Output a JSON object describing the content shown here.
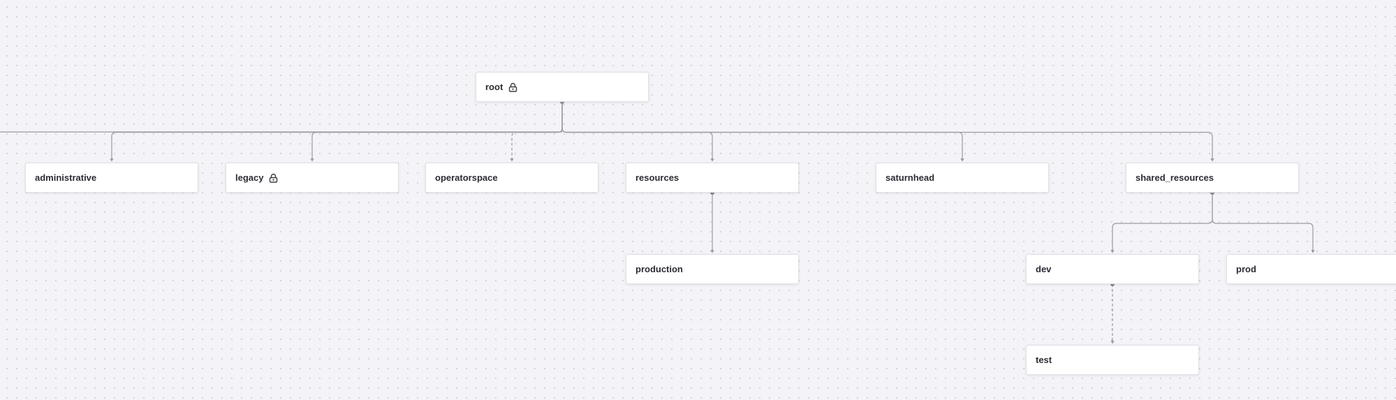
{
  "diagram": {
    "colors": {
      "background": "#f4f3f7",
      "edge": "#9a99a3",
      "node_border": "#e1e0e6",
      "node_text": "#2b2b33"
    },
    "nodes": [
      {
        "id": "root",
        "label": "root",
        "locked": true
      },
      {
        "id": "administrative",
        "label": "administrative",
        "locked": false
      },
      {
        "id": "legacy",
        "label": "legacy",
        "locked": true
      },
      {
        "id": "operatorspace",
        "label": "operatorspace",
        "locked": false
      },
      {
        "id": "resources",
        "label": "resources",
        "locked": false
      },
      {
        "id": "saturnhead",
        "label": "saturnhead",
        "locked": false
      },
      {
        "id": "shared_resources",
        "label": "shared_resources",
        "locked": false
      },
      {
        "id": "production",
        "label": "production",
        "locked": false
      },
      {
        "id": "dev",
        "label": "dev",
        "locked": false
      },
      {
        "id": "prod",
        "label": "prod",
        "locked": false
      },
      {
        "id": "test",
        "label": "test",
        "locked": false
      }
    ],
    "edges": [
      {
        "from": "root",
        "to": "administrative",
        "style": "solid"
      },
      {
        "from": "root",
        "to": "legacy",
        "style": "solid"
      },
      {
        "from": "root",
        "to": "operatorspace",
        "style": "dashed"
      },
      {
        "from": "root",
        "to": "resources",
        "style": "solid"
      },
      {
        "from": "root",
        "to": "saturnhead",
        "style": "solid"
      },
      {
        "from": "root",
        "to": "shared_resources",
        "style": "solid"
      },
      {
        "from": "resources",
        "to": "production",
        "style": "solid"
      },
      {
        "from": "shared_resources",
        "to": "dev",
        "style": "solid"
      },
      {
        "from": "shared_resources",
        "to": "prod",
        "style": "solid"
      },
      {
        "from": "dev",
        "to": "test",
        "style": "dashed"
      }
    ],
    "icons": {
      "locked": "lock-icon"
    }
  }
}
